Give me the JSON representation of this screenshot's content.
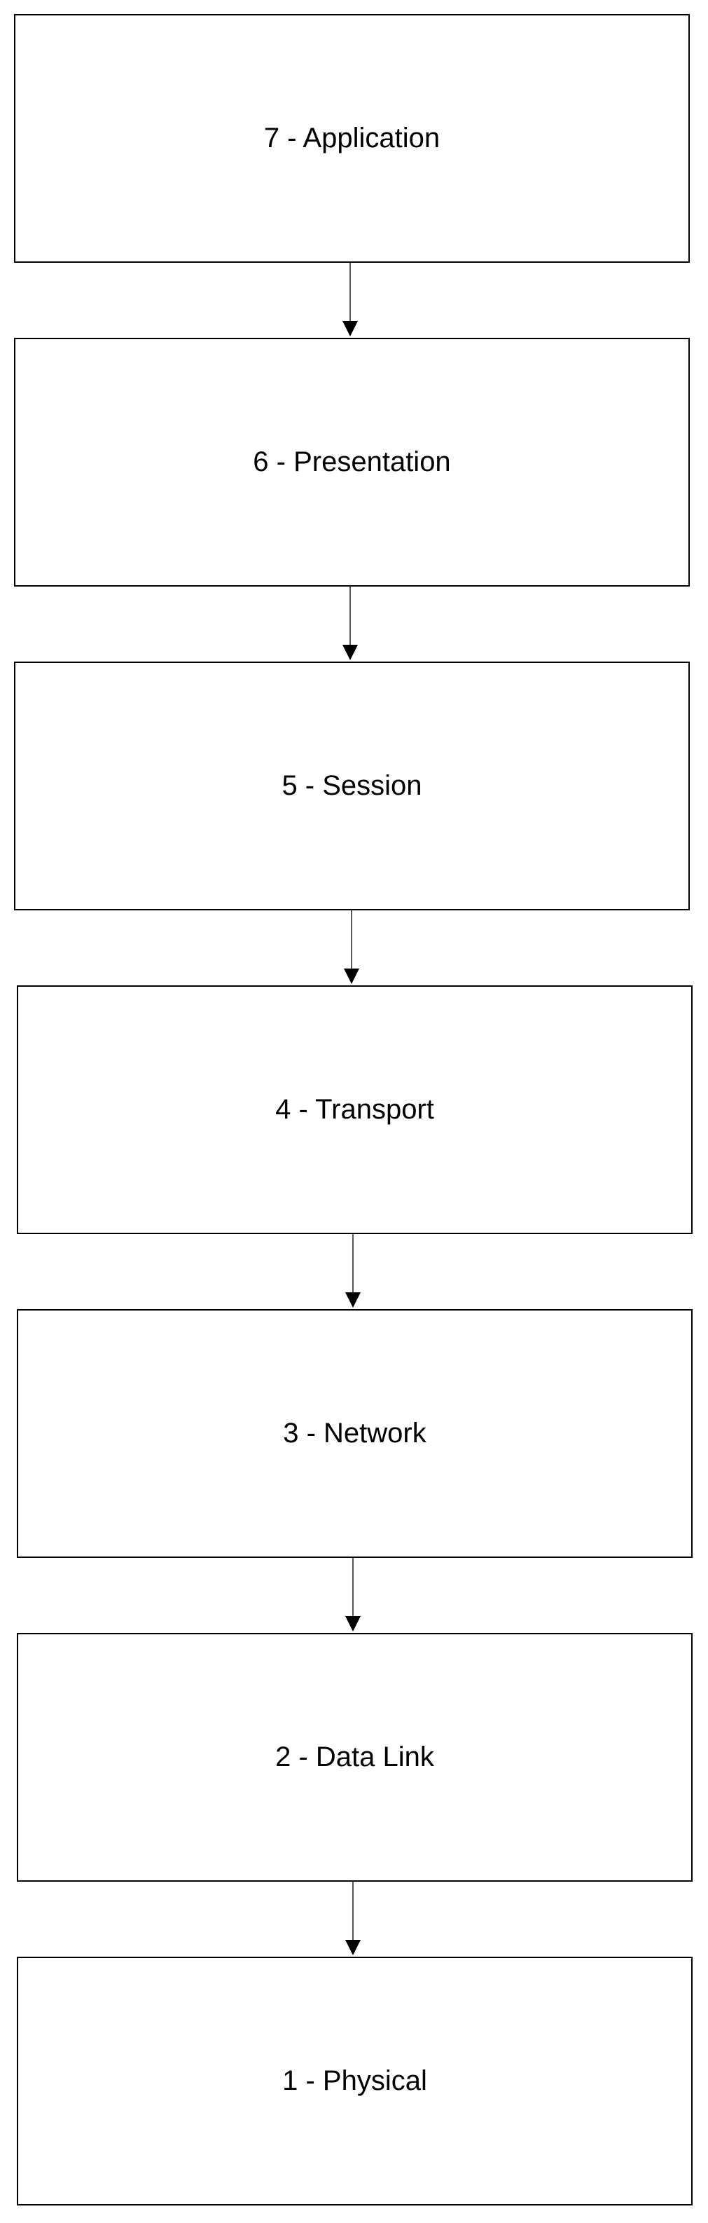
{
  "diagram": {
    "layers": [
      {
        "label": "7 - Application"
      },
      {
        "label": "6 - Presentation"
      },
      {
        "label": "5 - Session"
      },
      {
        "label": "4 - Transport"
      },
      {
        "label": "3 - Network"
      },
      {
        "label": "2 - Data Link"
      },
      {
        "label": "1 - Physical"
      }
    ],
    "colors": {
      "box_border": "#000000",
      "box_fill": "#ffffff",
      "arrow": "#595959",
      "text": "#000000"
    }
  }
}
